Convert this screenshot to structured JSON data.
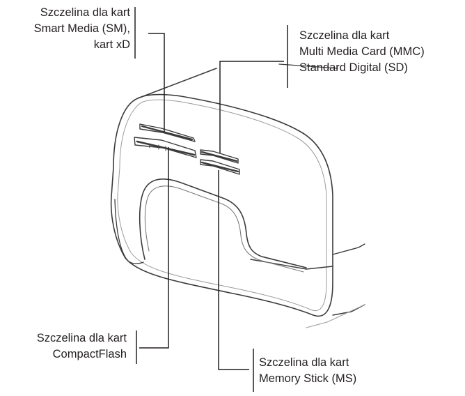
{
  "labels": {
    "smartmedia": {
      "lines": [
        "Szczelina dla kart",
        "Smart Media (SM),",
        "kart xD"
      ]
    },
    "mmc_sd": {
      "lines": [
        "Szczelina dla kart",
        "Multi Media Card (MMC)",
        "Standard Digital (SD)"
      ]
    },
    "compactflash": {
      "lines": [
        "Szczelina dla kart",
        "CompactFlash"
      ]
    },
    "memorystick": {
      "lines": [
        "Szczelina dla kart",
        "Memory Stick (MS)"
      ]
    }
  },
  "colors": {
    "text": "#231f20",
    "line": "#231f20",
    "outline": "#3a3a3a",
    "light_outline": "#9a9a9a"
  }
}
